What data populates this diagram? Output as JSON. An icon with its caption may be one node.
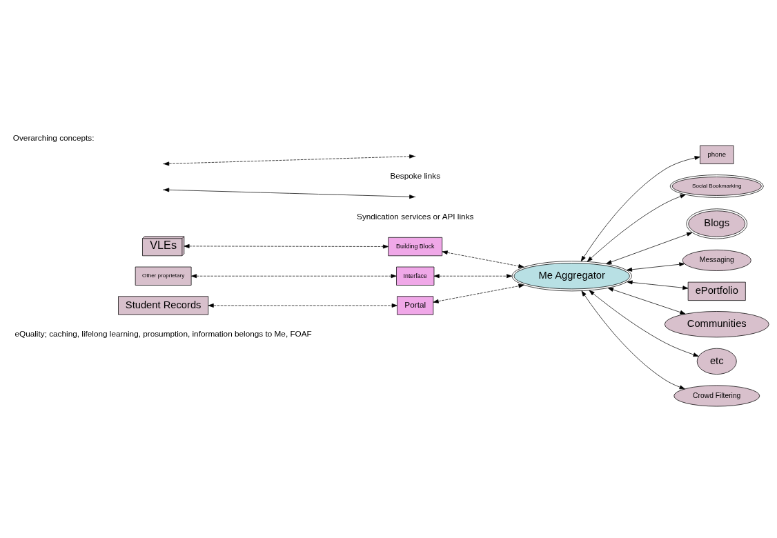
{
  "diagram": {
    "title": "Overarching concepts:",
    "nodes": [
      {
        "text": [
          "Me Aggregator"
        ]
      },
      {
        "text": [
          "VLEs"
        ]
      },
      {
        "text": [
          "Building Block"
        ]
      },
      {
        "text": [
          "Other proprietary"
        ]
      },
      {
        "text": [
          "Interface"
        ]
      },
      {
        "text": [
          "Student Records"
        ]
      },
      {
        "text": [
          "Portal"
        ]
      },
      {
        "text": [
          "phone"
        ]
      },
      {
        "text": [
          "Social Bookmarking"
        ]
      },
      {
        "text": [
          "Blogs"
        ]
      },
      {
        "text": [
          "Messaging"
        ]
      },
      {
        "text": [
          "ePortfolio"
        ]
      },
      {
        "text": [
          "Communities"
        ]
      },
      {
        "text": [
          "etc"
        ]
      },
      {
        "text": [
          "Crowd Filtering"
        ]
      }
    ],
    "edges": [
      {
        "from": 1,
        "to": 2,
        "arrow": "both",
        "style": "dashed"
      },
      {
        "from": 2,
        "to": 0,
        "arrow": "both",
        "style": "dashed"
      },
      {
        "from": 3,
        "to": 4,
        "arrow": "both",
        "style": "dashed"
      },
      {
        "from": 4,
        "to": 0,
        "arrow": "both",
        "style": "dashed"
      },
      {
        "from": 5,
        "to": 6,
        "arrow": "both",
        "style": "dashed"
      },
      {
        "from": 6,
        "to": 0,
        "arrow": "both",
        "style": "dashed"
      },
      {
        "from": 0,
        "to": 7,
        "arrow": "both"
      },
      {
        "from": 0,
        "to": 8,
        "arrow": "both"
      },
      {
        "from": 0,
        "to": 9,
        "arrow": "both"
      },
      {
        "from": 0,
        "to": 10,
        "arrow": "both"
      },
      {
        "from": 0,
        "to": 11,
        "arrow": "both"
      },
      {
        "from": 0,
        "to": 12,
        "arrow": "both"
      },
      {
        "from": 0,
        "to": 13,
        "arrow": "both"
      },
      {
        "from": 0,
        "to": 14,
        "arrow": "both"
      }
    ],
    "labels": [
      "eQuality; caching, lifelong learning, prosumption, information belongs to Me, FOAF"
    ],
    "legend": [
      {
        "text": "Bespoke links"
      },
      {
        "text": "Syndication services or API links"
      }
    ]
  }
}
